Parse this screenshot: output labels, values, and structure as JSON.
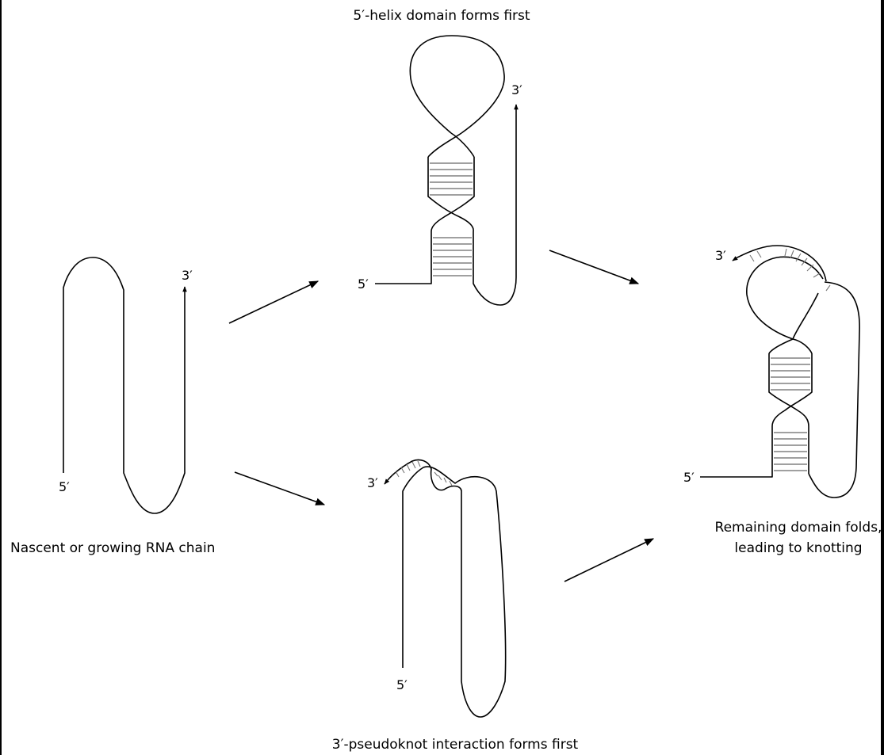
{
  "captions": {
    "top": "5′-helix domain forms first",
    "left": "Nascent or growing RNA chain",
    "bottom": "3′-pseudoknot interaction forms first",
    "right_line1": "Remaining domain folds,",
    "right_line2": "leading to knotting"
  },
  "end_labels": {
    "five_prime": "5′",
    "three_prime": "3′"
  },
  "colors": {
    "line": "#000000",
    "pairing_ticks": "#777777",
    "border": "#000000"
  }
}
